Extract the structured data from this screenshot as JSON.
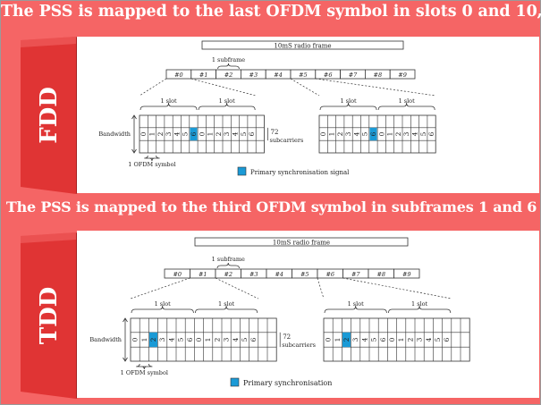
{
  "headings": {
    "fdd": "The PSS is mapped to the last OFDM symbol in slots 0 and 10,",
    "tdd": "The PSS is mapped to the third OFDM symbol in subframes 1 and 6"
  },
  "tabs": {
    "fdd": "FDD",
    "tdd": "TDD"
  },
  "frame": {
    "label": "10mS radio frame",
    "subframes": [
      "#0",
      "#1",
      "#2",
      "#3",
      "#4",
      "#5",
      "#6",
      "#7",
      "#8",
      "#9"
    ],
    "subframe_label": "1 subframe"
  },
  "slots": {
    "label": "1 slot",
    "symbols": [
      "0",
      "1",
      "2",
      "3",
      "4",
      "5",
      "6"
    ]
  },
  "grid_labels": {
    "bandwidth": "Bandwidth",
    "subcarriers_count": "72",
    "subcarriers": "subcarriers",
    "ofdm_symbol": "1 OFDM symbol"
  },
  "legend": {
    "fdd": "Primary synchronisation signal",
    "tdd": "Primary synchronisation"
  },
  "pss": {
    "fdd_symbol_index": 6,
    "tdd_symbol_index": 2
  },
  "colors": {
    "background": "#f56565",
    "tab_red": "#e03030",
    "tab_dark": "#a81e1e",
    "pss_blue": "#1a9ad6",
    "line": "#333333"
  }
}
